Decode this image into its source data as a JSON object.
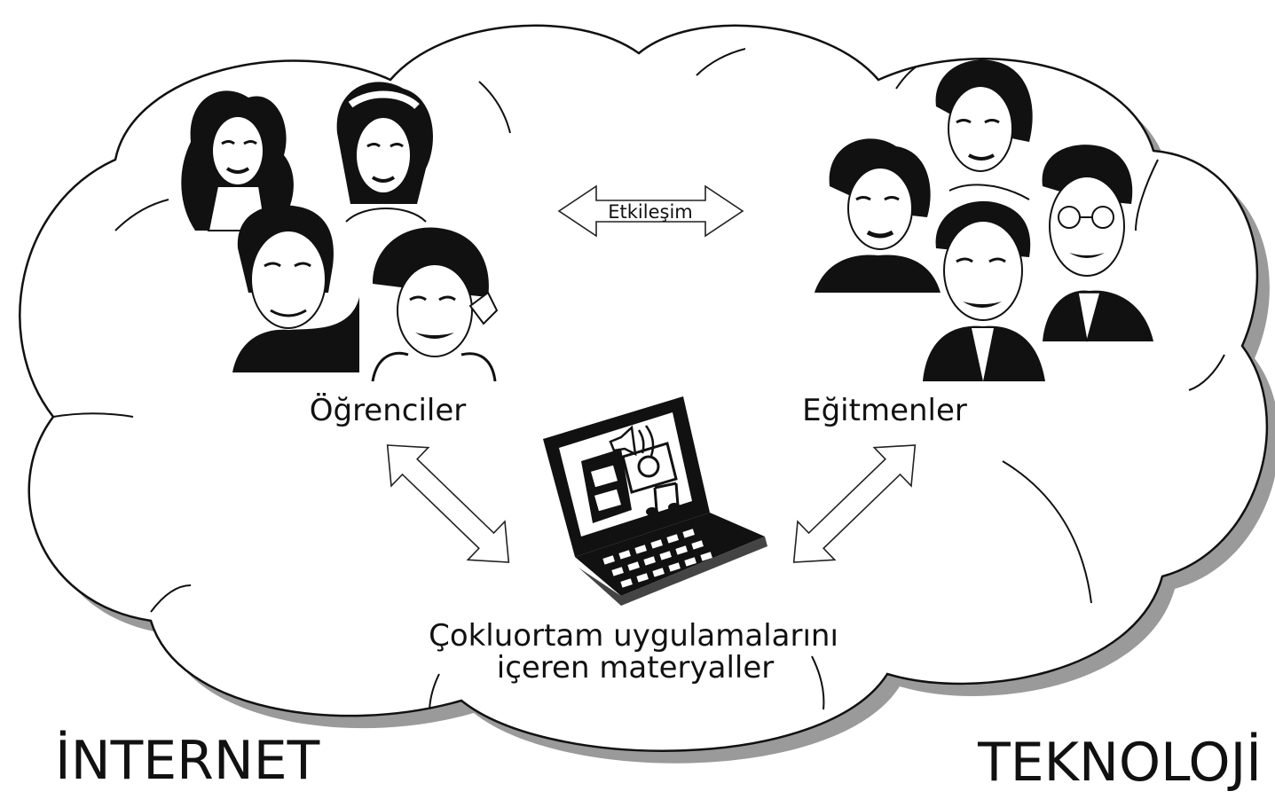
{
  "labels": {
    "students": "Öğrenciler",
    "instructors": "Eğitmenler",
    "interaction": "Etkileşim",
    "materials_line1": "Çokluortam uygulamalarını",
    "materials_line2": "içeren materyaller",
    "internet": "İNTERNET",
    "technology": "TEKNOLOJİ"
  },
  "icons": {
    "people_left": "student-portraits-icon",
    "people_right": "instructor-portraits-icon",
    "device": "laptop-multimedia-icon"
  },
  "colors": {
    "line": "#111111",
    "shadow": "#9a9a9a",
    "fill": "#ffffff"
  }
}
